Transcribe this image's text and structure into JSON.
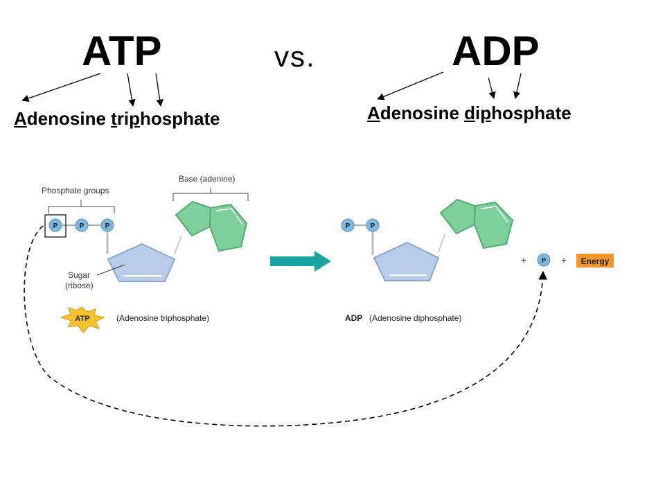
{
  "heading": {
    "atp": "ATP",
    "vs": "vs.",
    "adp": "ADP"
  },
  "atp_name": {
    "parts": [
      "A",
      "denosine ",
      "t",
      "ri",
      "p",
      "hosphate"
    ]
  },
  "adp_name": {
    "parts": [
      "A",
      "denosine ",
      "d",
      "i",
      "p",
      "hosphate"
    ]
  },
  "figure": {
    "phosphate_groups_label": "Phosphate groups",
    "base_label": "Base (adenine)",
    "sugar_label_line1": "Sugar",
    "sugar_label_line2": "(ribose)",
    "phosphate_symbol": "P",
    "atp_badge": "ATP",
    "atp_caption": "(Adenosine triphosphate)",
    "adp_caption_bold": "ADP",
    "adp_caption": "(Adenosine diphosphate)",
    "plus": "+",
    "energy": "Energy"
  },
  "colors": {
    "phosphate": "#7fb6d9",
    "sugar": "#b9cde8",
    "base": "#7fcf9a",
    "reaction_arrow": "#1aa3a0",
    "energy_box": "#f0962a",
    "atp_burst": "#f5c330"
  }
}
